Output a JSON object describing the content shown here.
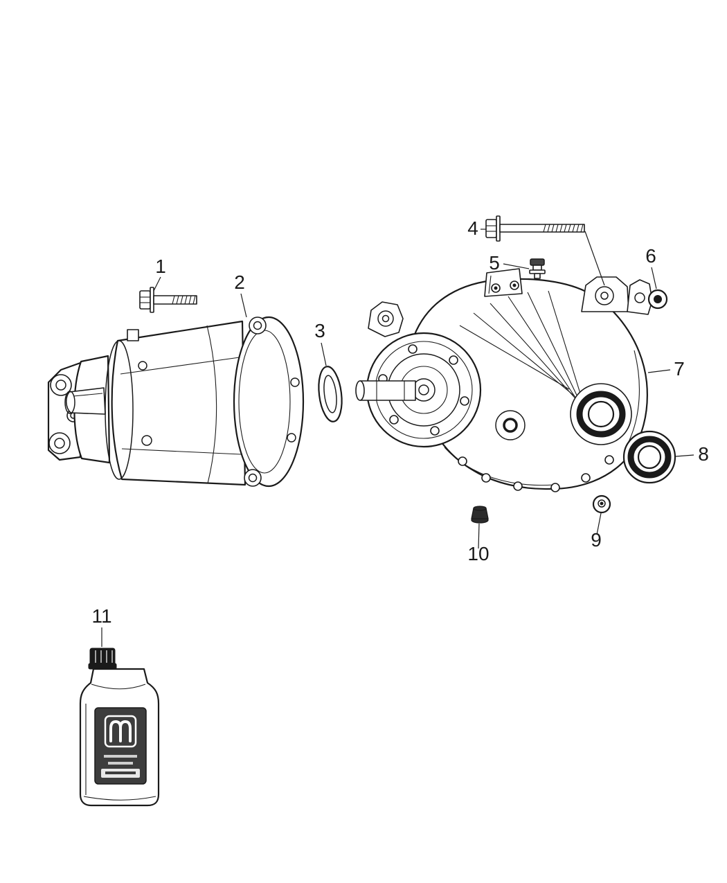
{
  "page": {
    "background": "#ffffff",
    "line_color": "#1a1a1a",
    "label_dark": "#3d3d3d"
  },
  "callouts": [
    {
      "num": "1"
    },
    {
      "num": "2"
    },
    {
      "num": "3"
    },
    {
      "num": "4"
    },
    {
      "num": "5"
    },
    {
      "num": "6"
    },
    {
      "num": "7"
    },
    {
      "num": "8"
    },
    {
      "num": "9"
    },
    {
      "num": "10"
    },
    {
      "num": "11"
    }
  ],
  "icons": {
    "mopar_logo": "mopar-m-omega-mark"
  }
}
